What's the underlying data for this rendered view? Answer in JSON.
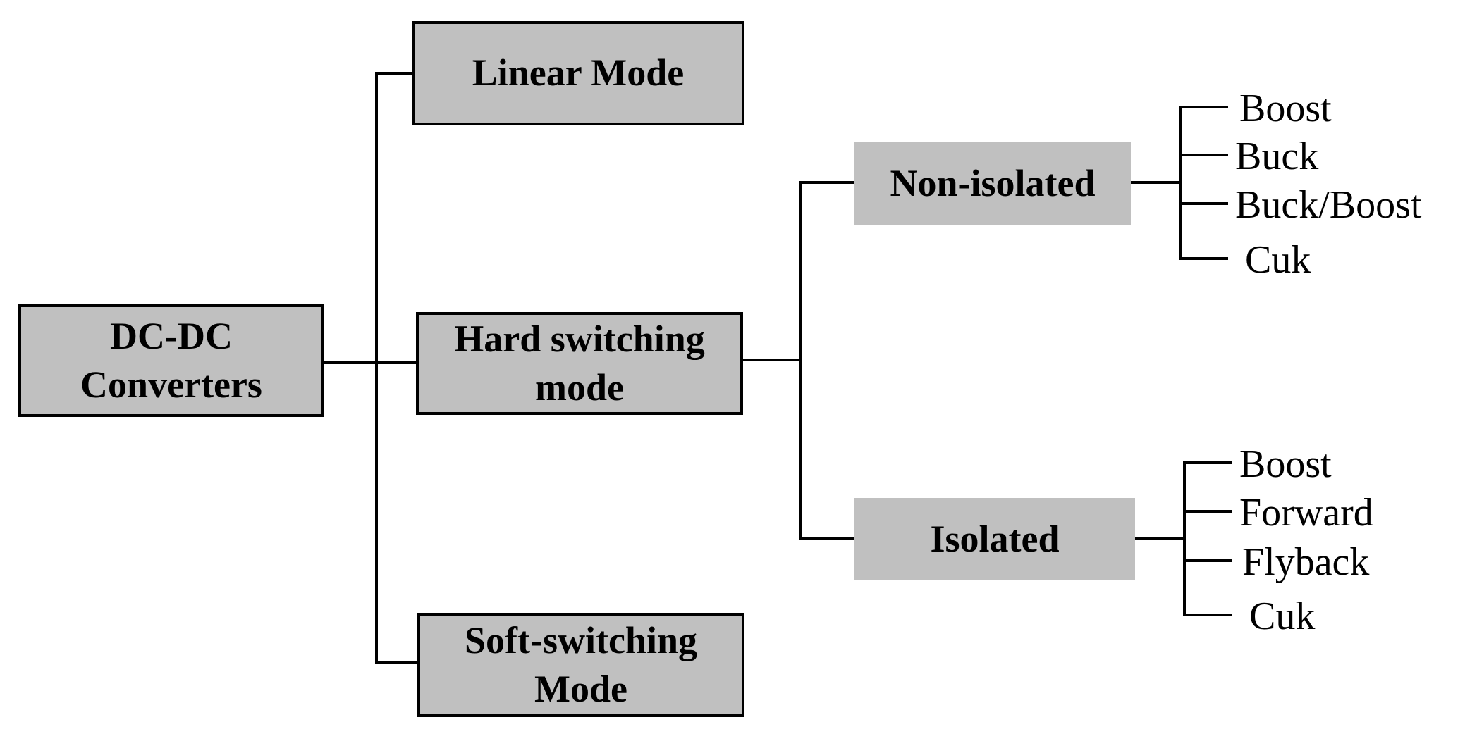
{
  "diagram": {
    "root": {
      "line1": "DC-DC",
      "line2": "Converters"
    },
    "linear": {
      "label": "Linear Mode"
    },
    "hard": {
      "line1": "Hard switching",
      "line2": "mode"
    },
    "soft": {
      "line1": "Soft-switching",
      "line2": "Mode"
    },
    "non_isolated": {
      "label": "Non-isolated",
      "children": [
        "Boost",
        "Buck",
        "Buck/Boost",
        "Cuk"
      ]
    },
    "isolated": {
      "label": "Isolated",
      "children": [
        "Boost",
        "Forward",
        "Flyback",
        "Cuk"
      ]
    },
    "colors": {
      "box_fill": "#c0c0c0",
      "line": "#000000",
      "text": "#000000"
    }
  }
}
